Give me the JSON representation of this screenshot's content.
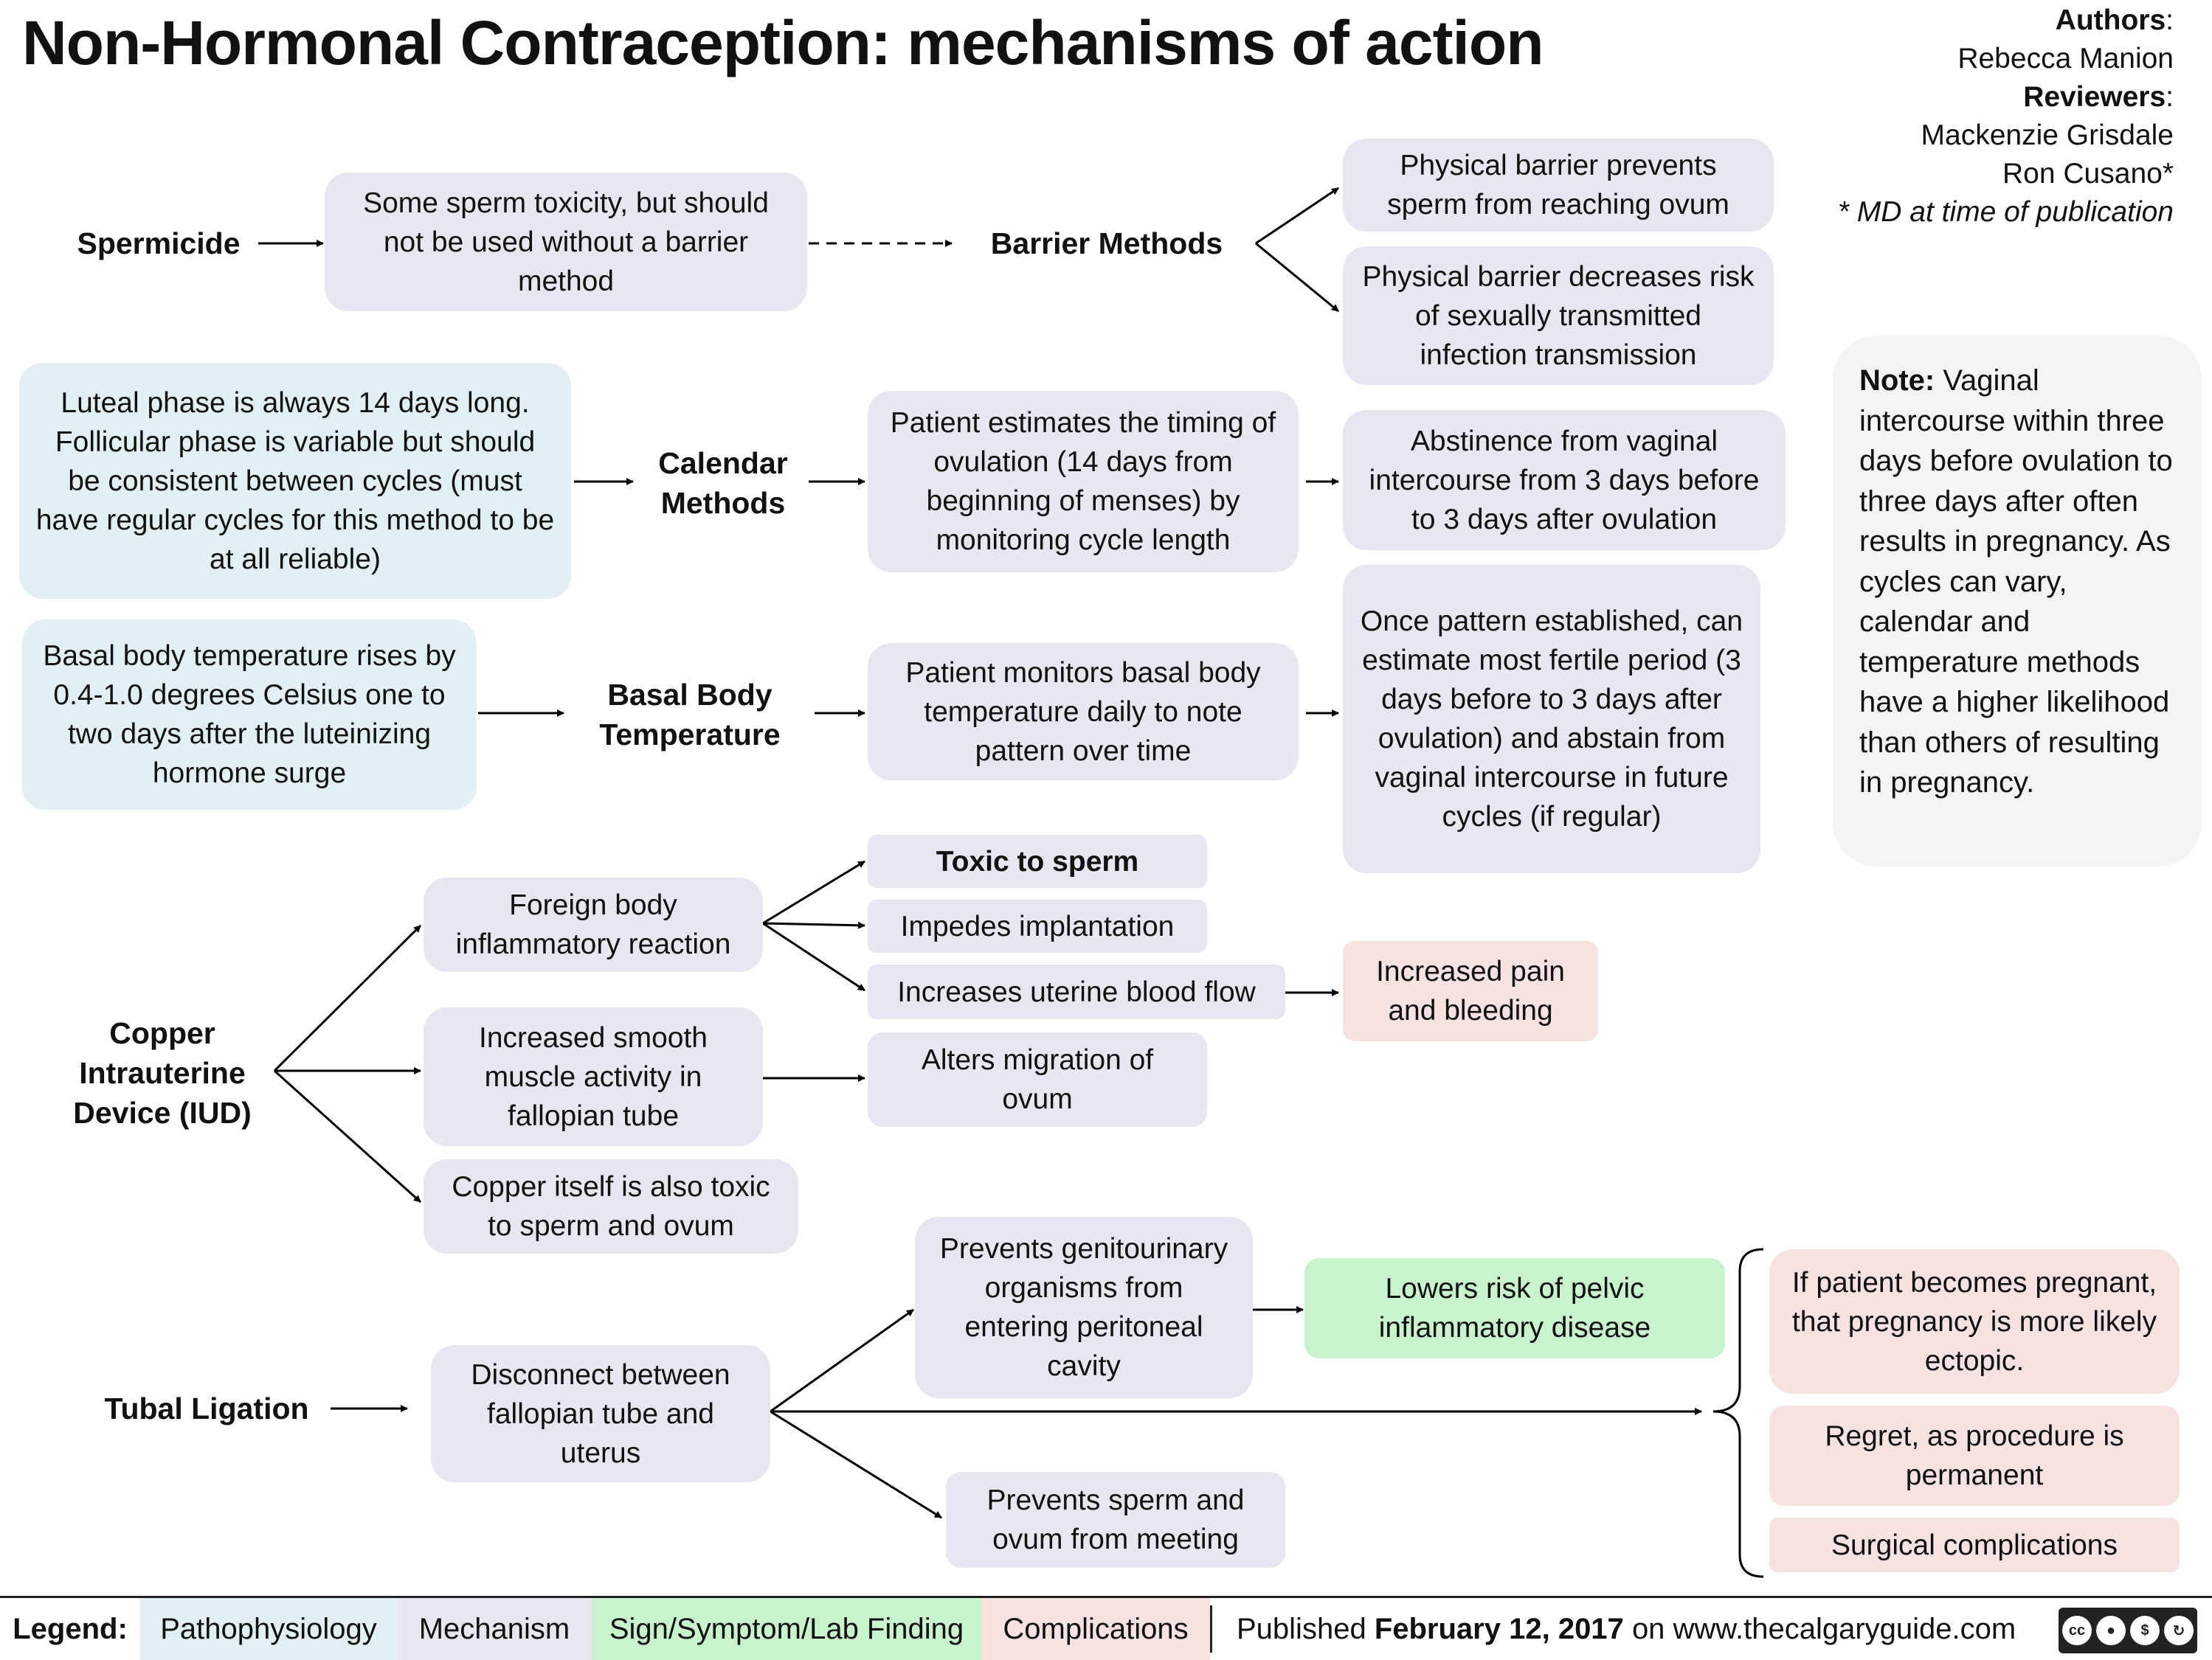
{
  "title": "Non-Hormonal Contraception: mechanisms of action",
  "credits": {
    "authors_label": "Authors",
    "author": "Rebecca Manion",
    "reviewers_label": "Reviewers",
    "reviewer1": "Mackenzie Grisdale",
    "reviewer2": "Ron Cusano*",
    "footnote": "* MD at time of publication"
  },
  "labels": {
    "spermicide": "Spermicide",
    "barrier": "Barrier Methods",
    "calendar": "Calendar Methods",
    "bbt": "Basal Body Temperature",
    "iud": "Copper Intrauterine Device (IUD)",
    "tubal": "Tubal Ligation"
  },
  "boxes": {
    "spermicide_toxicity": "Some sperm toxicity, but should not be used without a barrier method",
    "barrier_prevents": "Physical barrier prevents sperm from reaching ovum",
    "barrier_sti": "Physical barrier decreases risk of sexually transmitted infection transmission",
    "luteal": "Luteal phase is always 14 days long. Follicular phase is variable but should be consistent between cycles (must have regular cycles for this method to be at all reliable)",
    "calendar_estimates": "Patient estimates the timing of ovulation (14 days from beginning of menses) by monitoring cycle length",
    "abstinence": "Abstinence from vaginal intercourse from 3 days before to 3 days after ovulation",
    "bbt_rises": "Basal body temperature rises by 0.4-1.0 degrees Celsius one to two days after the luteinizing hormone surge",
    "bbt_monitors": "Patient monitors basal body temperature daily to note pattern over time",
    "pattern": "Once pattern established, can estimate most fertile period (3 days before to 3 days after ovulation) and abstain from vaginal intercourse in future cycles (if regular)",
    "foreign_body": "Foreign body inflammatory reaction",
    "smooth_muscle": "Increased smooth muscle activity in fallopian tube",
    "copper_toxic": "Copper itself is also toxic to sperm and ovum",
    "toxic_sperm": "Toxic to sperm",
    "impedes": "Impedes implantation",
    "blood_flow": "Increases uterine blood flow",
    "alters_migration": "Alters migration of ovum",
    "pain_bleeding": "Increased pain and bleeding",
    "disconnect": "Disconnect between fallopian tube and uterus",
    "prevents_genito": "Prevents genitourinary organisms from entering peritoneal cavity",
    "pelvic": "Lowers risk of pelvic inflammatory disease",
    "prevents_meeting": "Prevents sperm and ovum from meeting",
    "ectopic": "If patient becomes pregnant, that pregnancy is more likely ectopic.",
    "regret": "Regret, as procedure is permanent",
    "surgical": "Surgical complications"
  },
  "note": {
    "head": "Note:",
    "body": "Vaginal intercourse within three days before ovulation to three days after often results in pregnancy. As cycles can vary, calendar and temperature methods have a higher likelihood than others of resulting in pregnancy."
  },
  "legend": {
    "label": "Legend:",
    "patho": "Pathophysiology",
    "mech": "Mechanism",
    "sign": "Sign/Symptom/Lab Finding",
    "comp": "Complications",
    "published_pre": "Published",
    "published_date": "February 12, 2017",
    "published_post": "on www.thecalgaryguide.com"
  },
  "colors": {
    "pathophysiology": "#e2f0f6",
    "mechanism": "#e9e5f1",
    "sign": "#c9f3cd",
    "complication": "#f6e2e1"
  },
  "license_icons": [
    "cc-icon",
    "by-icon",
    "nc-icon",
    "sa-icon"
  ]
}
